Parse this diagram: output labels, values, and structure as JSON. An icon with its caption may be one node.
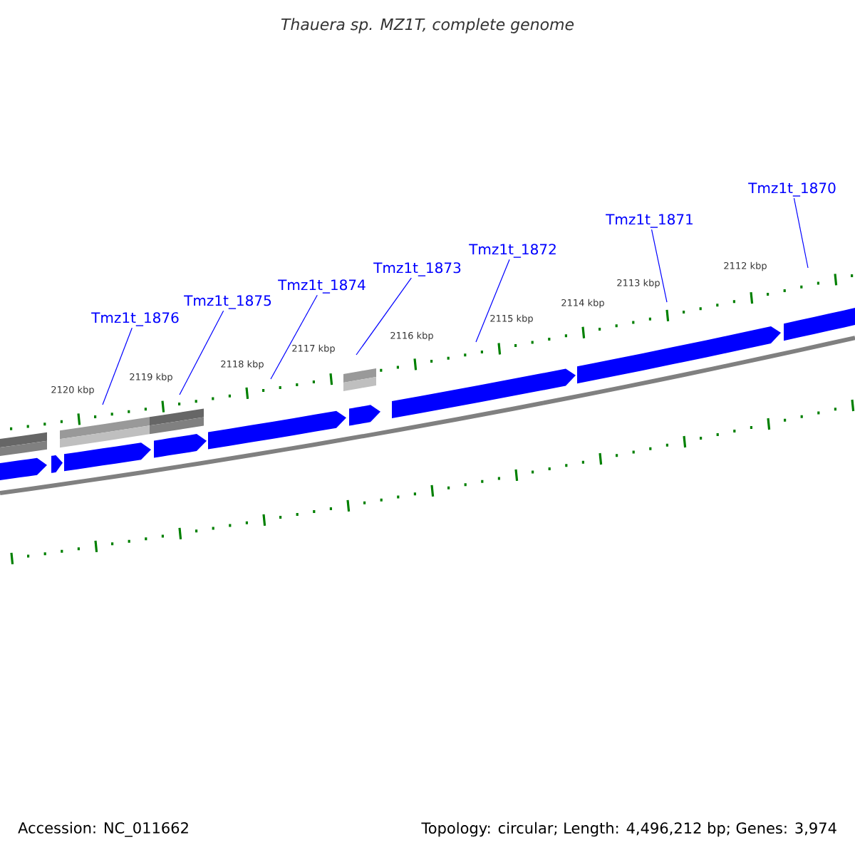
{
  "diagram": {
    "title": "Thauera sp. MZ1T, complete genome",
    "nodes": [
      {
        "text": [
          "Tmz1t_1876"
        ]
      },
      {
        "text": [
          "Tmz1t_1875"
        ]
      },
      {
        "text": [
          "Tmz1t_1874"
        ]
      },
      {
        "text": [
          "Tmz1t_1873"
        ]
      },
      {
        "text": [
          "Tmz1t_1872"
        ]
      },
      {
        "text": [
          "Tmz1t_1871"
        ]
      },
      {
        "text": [
          "Tmz1t_1870"
        ]
      }
    ],
    "edges": [
      {
        "from": 0,
        "to": null,
        "arrow": "none"
      },
      {
        "from": 1,
        "to": null,
        "arrow": "none"
      },
      {
        "from": 2,
        "to": null,
        "arrow": "none"
      },
      {
        "from": 3,
        "to": null,
        "arrow": "none"
      },
      {
        "from": 4,
        "to": null,
        "arrow": "none"
      },
      {
        "from": 5,
        "to": null,
        "arrow": "none"
      },
      {
        "from": 6,
        "to": null,
        "arrow": "none"
      }
    ],
    "labels": [
      "2120 kbp",
      "2119 kbp",
      "2118 kbp",
      "2117 kbp",
      "2116 kbp",
      "2115 kbp",
      "2114 kbp",
      "2113 kbp",
      "2112 kbp",
      "Accession: NC_011662",
      "Topology: circular; Length: 4,496,212 bp; Genes: 3,974"
    ]
  }
}
